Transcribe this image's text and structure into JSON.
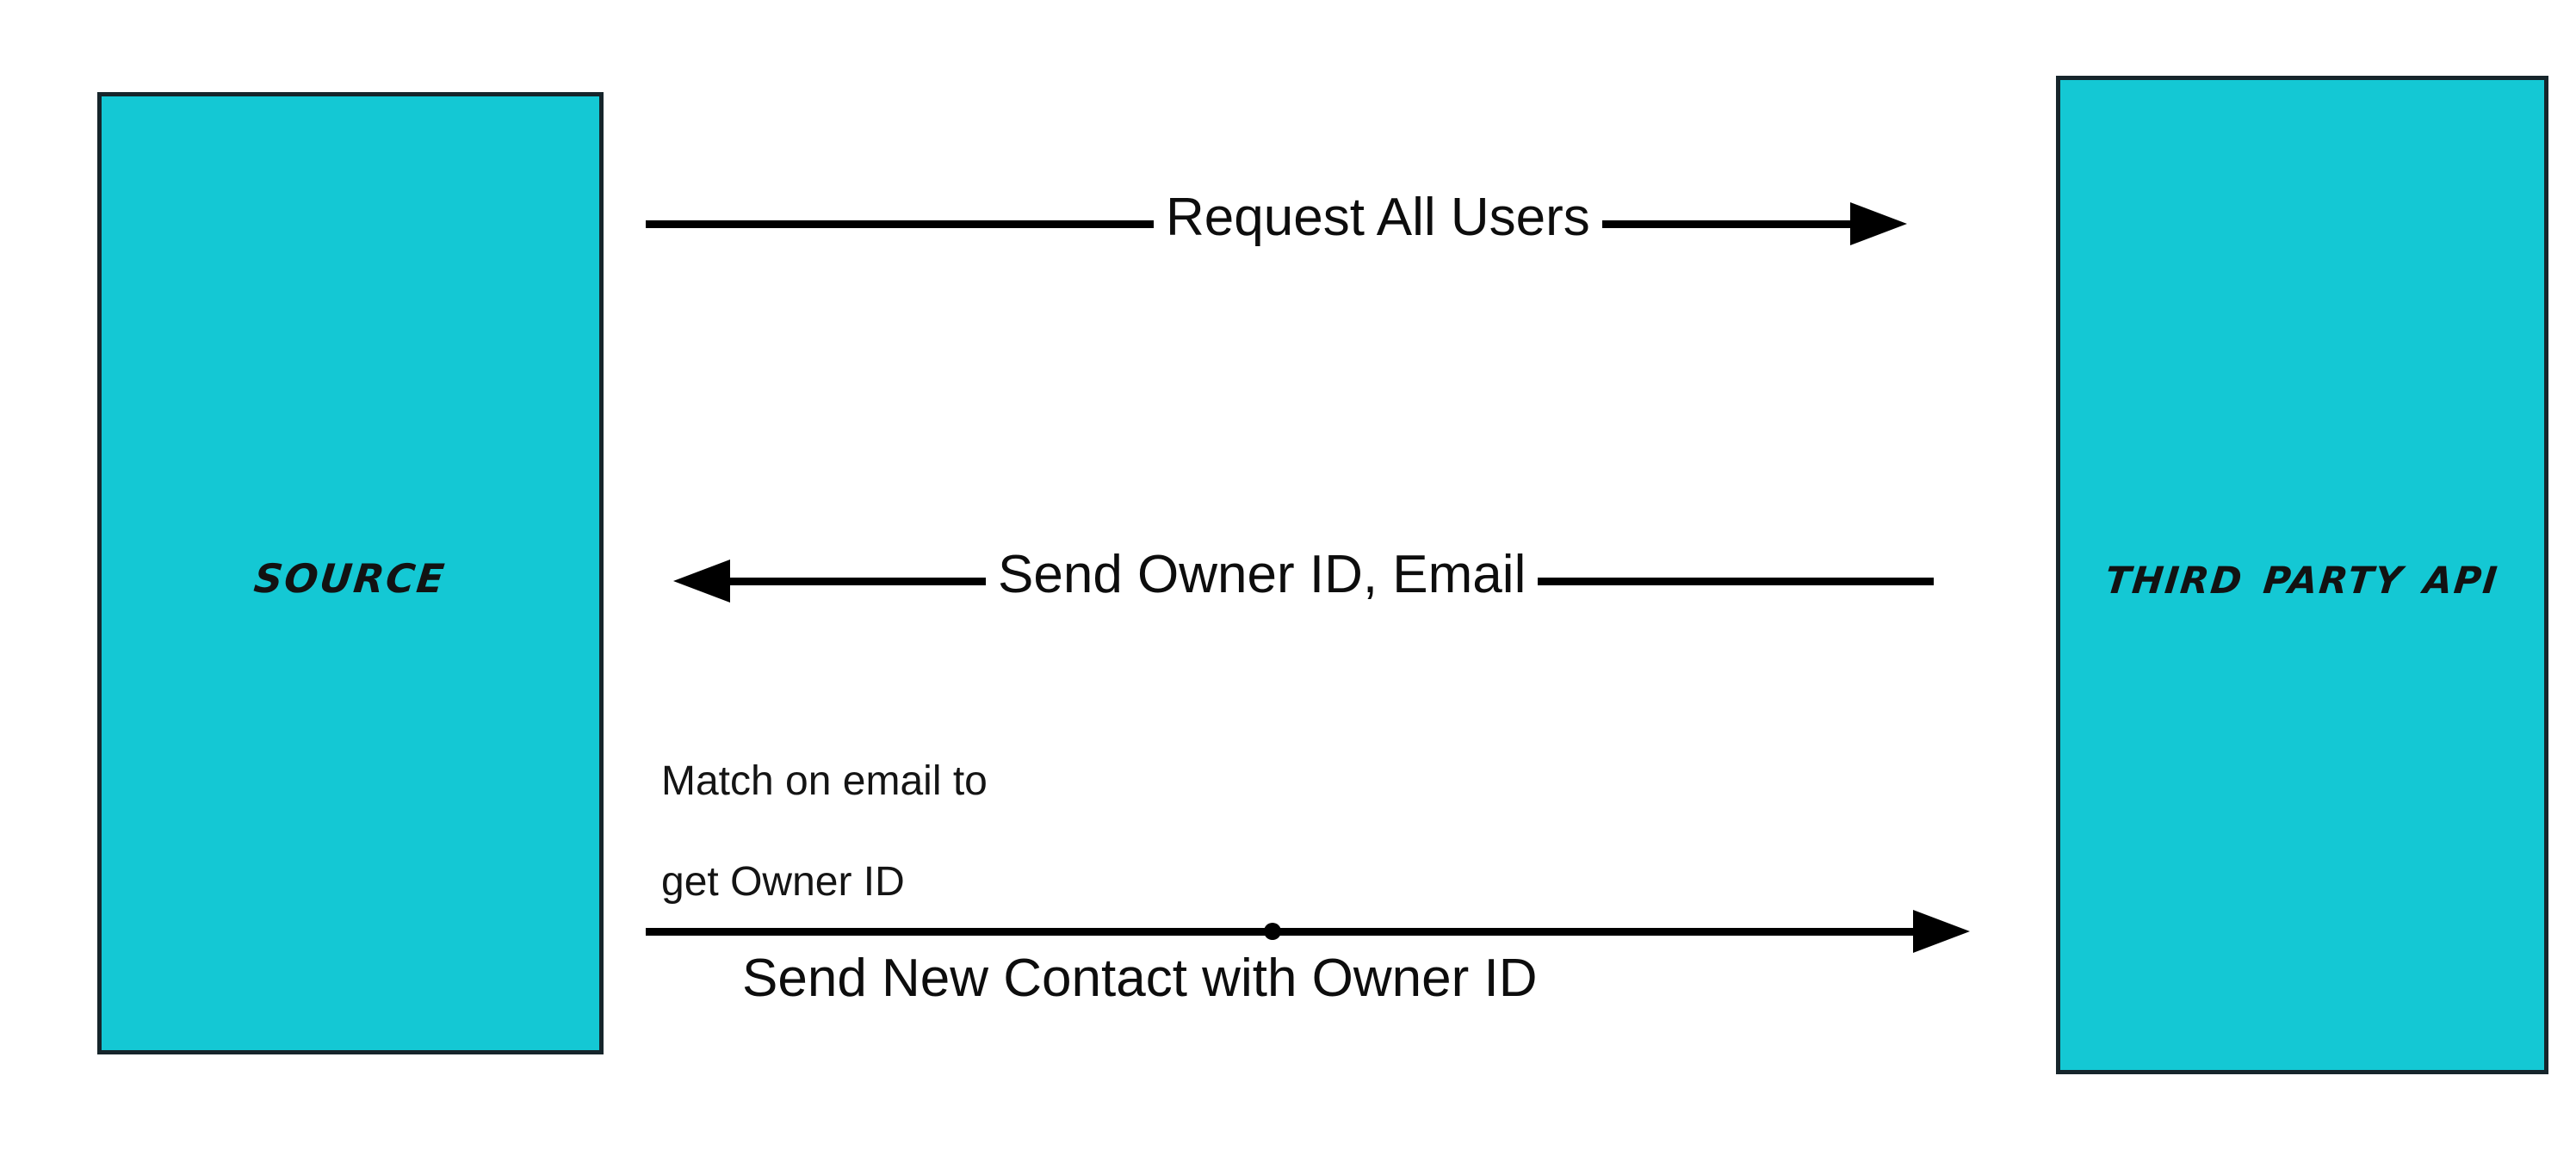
{
  "diagram": {
    "type": "sequence-diagram",
    "background_color": "#ffffff",
    "accent_color": "#14c8d4",
    "border_color": "#16252b",
    "stroke_color": "#000000",
    "nodes": [
      {
        "id": "source",
        "label": "SOURCE"
      },
      {
        "id": "third-party-api",
        "label": "Third Party API"
      }
    ],
    "messages": [
      {
        "id": "request-all-users",
        "label": "Request All Users",
        "direction": "right",
        "from": "source",
        "to": "third-party-api",
        "marker": "none"
      },
      {
        "id": "send-owner-id-email",
        "label": "Send Owner ID, Email",
        "direction": "left",
        "from": "third-party-api",
        "to": "source",
        "marker": "none"
      },
      {
        "id": "send-new-contact",
        "label": "Send New Contact with Owner ID",
        "direction": "right",
        "from": "source",
        "to": "third-party-api",
        "marker": "dot"
      }
    ],
    "notes": [
      {
        "id": "match-note",
        "line1": "Match on email to",
        "line2": "get Owner ID"
      }
    ]
  }
}
